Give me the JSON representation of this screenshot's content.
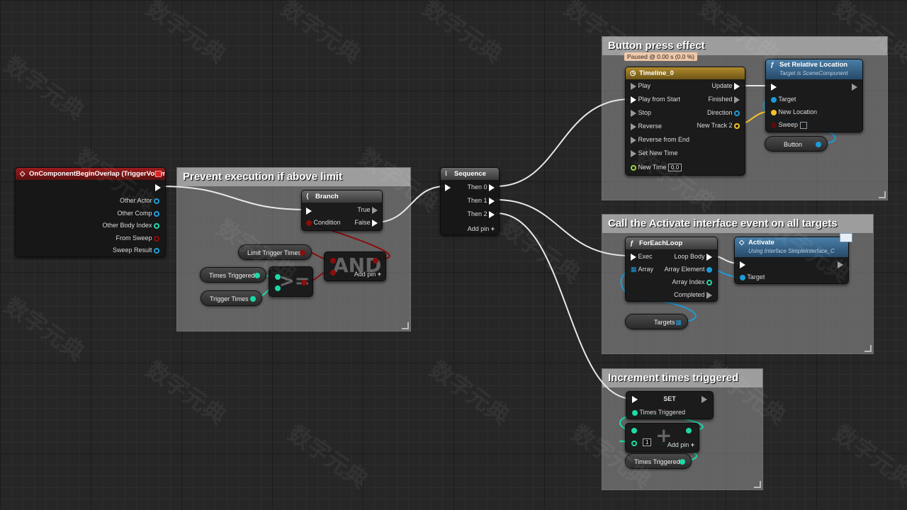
{
  "comments": {
    "button_press": "Button press effect",
    "prevent": "Prevent execution if above limit",
    "activate": "Call the Activate interface event on all targets",
    "increment": "Increment times triggered"
  },
  "timeline_status": "Paused @ 0.00 s (0.0 %)",
  "event_node": {
    "title": "OnComponentBeginOverlap (TriggerVolume)",
    "pins": [
      "Other Actor",
      "Other Comp",
      "Other Body Index",
      "From Sweep",
      "Sweep Result"
    ]
  },
  "branch": {
    "title": "Branch",
    "condition": "Condition",
    "true": "True",
    "false": "False"
  },
  "vars": {
    "limit": "Limit Trigger Times",
    "times_triggered": "Times Triggered",
    "trigger_times": "Trigger Times",
    "button": "Button",
    "targets": "Targets"
  },
  "and_node": {
    "symbol": "AND",
    "add_pin": "Add pin"
  },
  "compare_symbol": ">=",
  "sequence": {
    "title": "Sequence",
    "pins": [
      "Then 0",
      "Then 1",
      "Then 2"
    ],
    "add_pin": "Add pin"
  },
  "timeline": {
    "title": "Timeline_0",
    "inputs": [
      "Play",
      "Play from Start",
      "Stop",
      "Reverse",
      "Reverse from End",
      "Set New Time",
      "New Time"
    ],
    "new_time_value": "0.0",
    "outputs": [
      "Update",
      "Finished",
      "Direction",
      "New Track 2"
    ]
  },
  "set_relative": {
    "title": "Set Relative Location",
    "subtitle": "Target is SceneComponent",
    "pins": [
      "Target",
      "New Location",
      "Sweep"
    ]
  },
  "foreach": {
    "title": "ForEachLoop",
    "inputs": [
      "Exec",
      "Array"
    ],
    "outputs": [
      "Loop Body",
      "Array Element",
      "Array Index",
      "Completed"
    ]
  },
  "activate_node": {
    "title": "Activate",
    "subtitle": "Using Interface SimpleInterface_C",
    "target": "Target"
  },
  "set_node": {
    "title": "SET",
    "pin": "Times Triggered"
  },
  "add_node": {
    "value": "1",
    "add_pin": "Add pin"
  },
  "watermark": "数字元典",
  "colors": {
    "exec": "#ffffff",
    "object": "#1e9bd8",
    "bool": "#8b0d0d",
    "int": "#1ed8a8",
    "float": "#9bd83a",
    "vector": "#f4c22b",
    "event_header": "#8b1a1a",
    "func_header": "#3b6e96"
  }
}
